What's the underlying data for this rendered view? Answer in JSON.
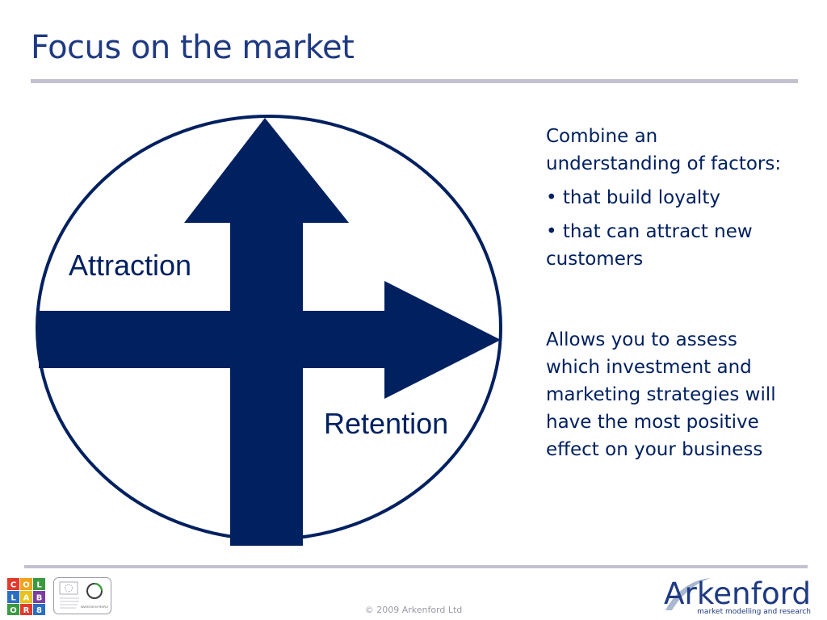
{
  "slide": {
    "title": "Focus on the market"
  },
  "diagram": {
    "label_attraction": "Attraction",
    "label_retention": "Retention"
  },
  "side_text": {
    "intro": "Combine an understanding of factors:",
    "bullets": [
      "• that build loyalty",
      "• that can attract new customers"
    ],
    "summary": "Allows you to assess which investment and marketing strategies will have the most positive effect on your business"
  },
  "footer": {
    "copyright": "© 2009 Arkenford Ltd",
    "collab_logo_letters": [
      "C",
      "O",
      "L",
      "L",
      "A",
      "B",
      "O",
      "R",
      "8"
    ],
    "badge_text": "INVESTOR IN PEOPLE",
    "brand_name": "Arkenford",
    "brand_tagline": "market modelling and research"
  },
  "colors": {
    "navy": "#002060",
    "title_blue": "#1f3a82",
    "rule_grey": "#c2c2cf"
  }
}
